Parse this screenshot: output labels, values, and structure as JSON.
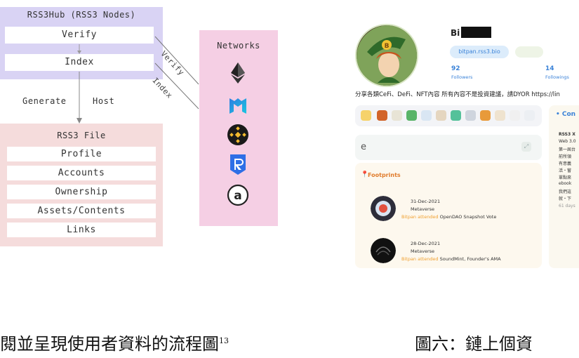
{
  "diagram": {
    "node_title": "RSS3Hub (RSS3 Nodes)",
    "verify_label": "Verify",
    "index_label": "Index",
    "generate_label": "Generate",
    "host_label": "Host",
    "file_title": "RSS3 File",
    "file_items": [
      "Profile",
      "Accounts",
      "Ownership",
      "Assets/Contents",
      "Links"
    ],
    "networks_title": "Networks",
    "verify_edge": "Verify",
    "index_edge": "Index",
    "network_icons": [
      "ethereum-icon",
      "polygon-icon",
      "binance-icon",
      "arweave-r-icon",
      "arweave-a-icon"
    ]
  },
  "caption_left": "閱並呈現使用者資料的流程圖",
  "caption_left_sup": "13",
  "caption_right": "圖六：鏈上個資",
  "profile": {
    "name": "Bi",
    "url": "bitpan.rss3.bio",
    "followers_count": "92",
    "followers_label": "Followers",
    "followings_count": "14",
    "followings_label": "Followings",
    "bio": "分享各類CeFi、DeFi、NFT內容 所有內容不是投資建議，請DYOR https://lin",
    "footprints_title": "Footprints",
    "events": [
      {
        "date": "31-Dec-2021",
        "place": "Metaverse",
        "attended": "Bitpan attended",
        "event": "OpenDAO Snapshot Vote"
      },
      {
        "date": "28-Dec-2021",
        "place": "Metaverse",
        "attended": "Bitpan attended",
        "event": "SoundMint, Founder's AMA"
      }
    ],
    "content_head": "Con",
    "content_lines": [
      "RSS3 X",
      "Web 3.0",
      "第一屆台",
      "前所領",
      "有意義",
      "活・嘗",
      "單點來",
      "ebook",
      "我們這",
      "就・下",
      "61 days"
    ]
  },
  "colors": {
    "node_bg": "#d9d3f4",
    "file_bg": "#f5dcdc",
    "networks_bg": "#f5cfe4",
    "link_blue": "#3a82d8",
    "footprint_orange": "#e07b2b"
  }
}
